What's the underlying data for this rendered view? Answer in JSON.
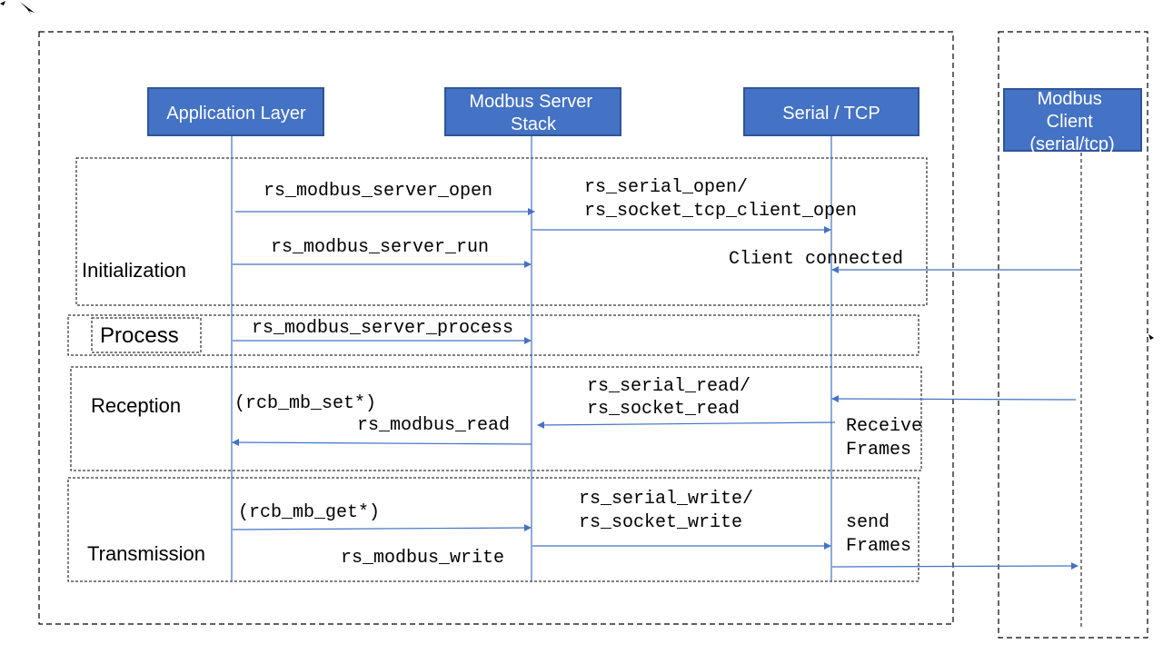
{
  "participants": {
    "application_layer": [
      "Application Layer"
    ],
    "modbus_server_stack": [
      "Modbus Server",
      "Stack"
    ],
    "serial_tcp": [
      "Serial / TCP"
    ],
    "modbus_client": [
      "Modbus",
      "Client",
      "(serial/tcp)"
    ]
  },
  "sections": {
    "initialization": "Initialization",
    "process": "Process",
    "reception": "Reception",
    "transmission": "Transmission"
  },
  "messages": {
    "server_open": "rs_modbus_server_open",
    "serial_open": [
      "rs_serial_open/",
      "rs_socket_tcp_client_open"
    ],
    "server_run": "rs_modbus_server_run",
    "client_connected": "Client connected",
    "server_process": "rs_modbus_server_process",
    "serial_read": [
      "rs_serial_read/",
      "rs_socket_read"
    ],
    "rcb_mb_set": "(rcb_mb_set*)",
    "modbus_read": "rs_modbus_read",
    "receive_frames": [
      "Receive",
      "Frames"
    ],
    "rcb_mb_get": "(rcb_mb_get*)",
    "serial_write": [
      "rs_serial_write/",
      "rs_socket_write"
    ],
    "modbus_write": "rs_modbus_write",
    "send_frames": [
      "send",
      "Frames"
    ]
  },
  "colors": {
    "participant_fill": "#4472c4",
    "arrow": "#4472c4"
  }
}
